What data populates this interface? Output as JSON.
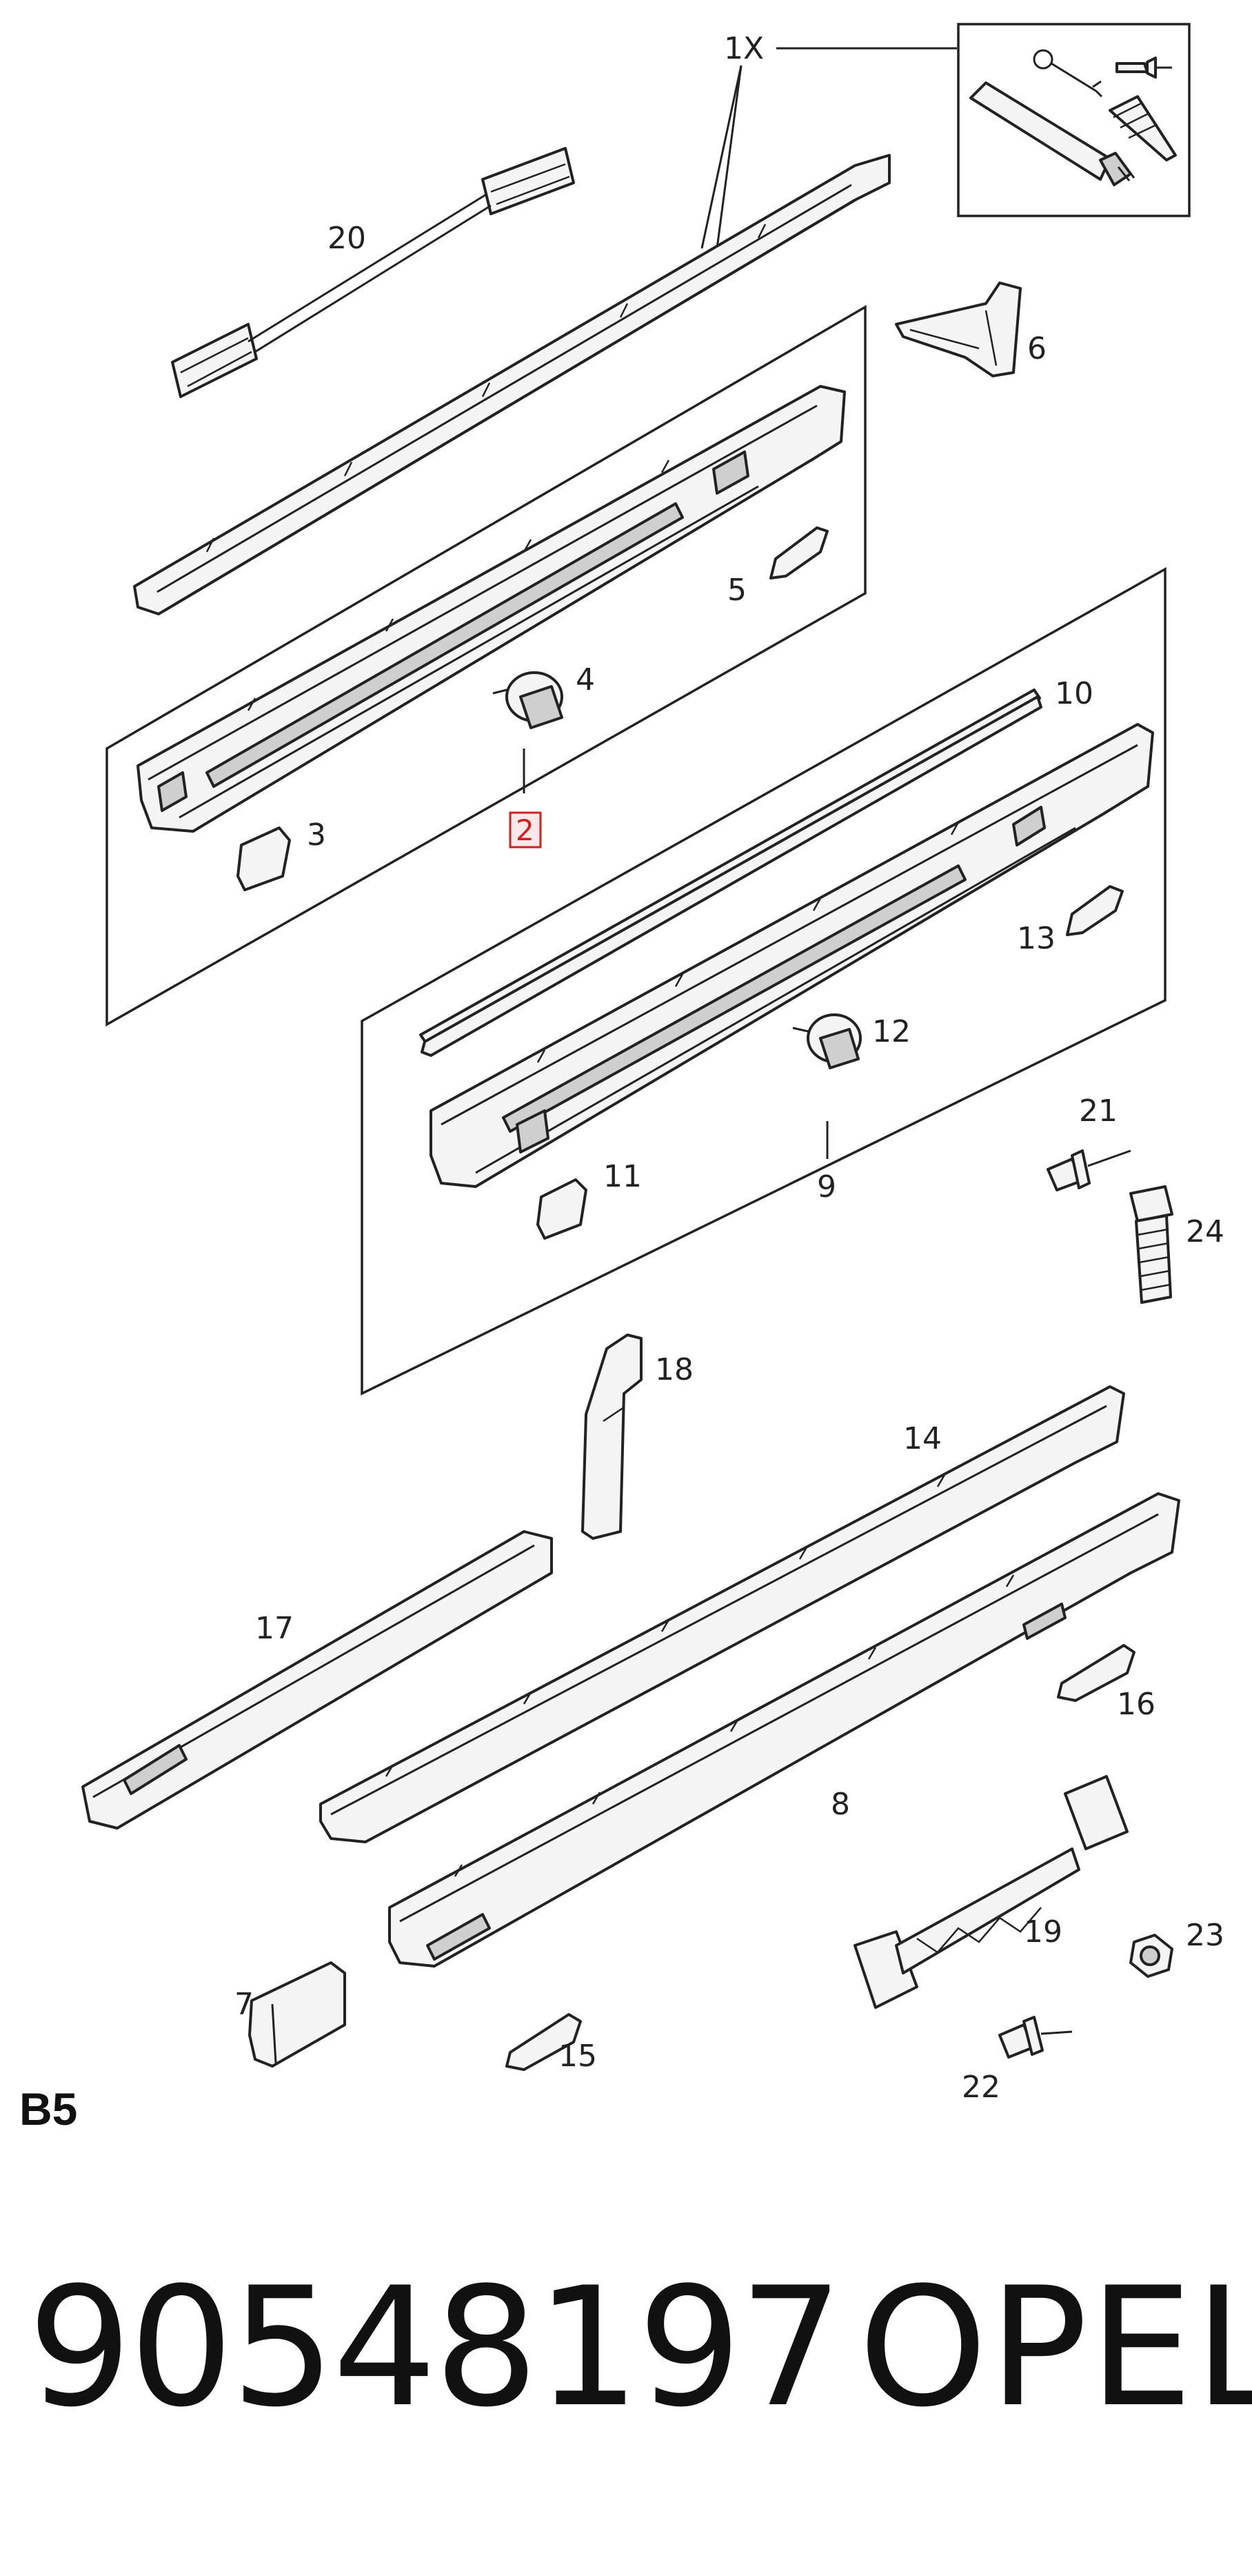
{
  "section_code": "B5",
  "part_number": "90548197",
  "brand": "OPEL",
  "callouts": {
    "c1x": "1X",
    "c2": "2",
    "c3": "3",
    "c4": "4",
    "c5": "5",
    "c6": "6",
    "c7": "7",
    "c8": "8",
    "c9": "9",
    "c10": "10",
    "c11": "11",
    "c12": "12",
    "c13": "13",
    "c14": "14",
    "c15": "15",
    "c16": "16",
    "c17": "17",
    "c18": "18",
    "c19": "19",
    "c20": "20",
    "c21": "21",
    "c22": "22",
    "c23": "23",
    "c24": "24"
  },
  "highlight_color": "#cc2222"
}
